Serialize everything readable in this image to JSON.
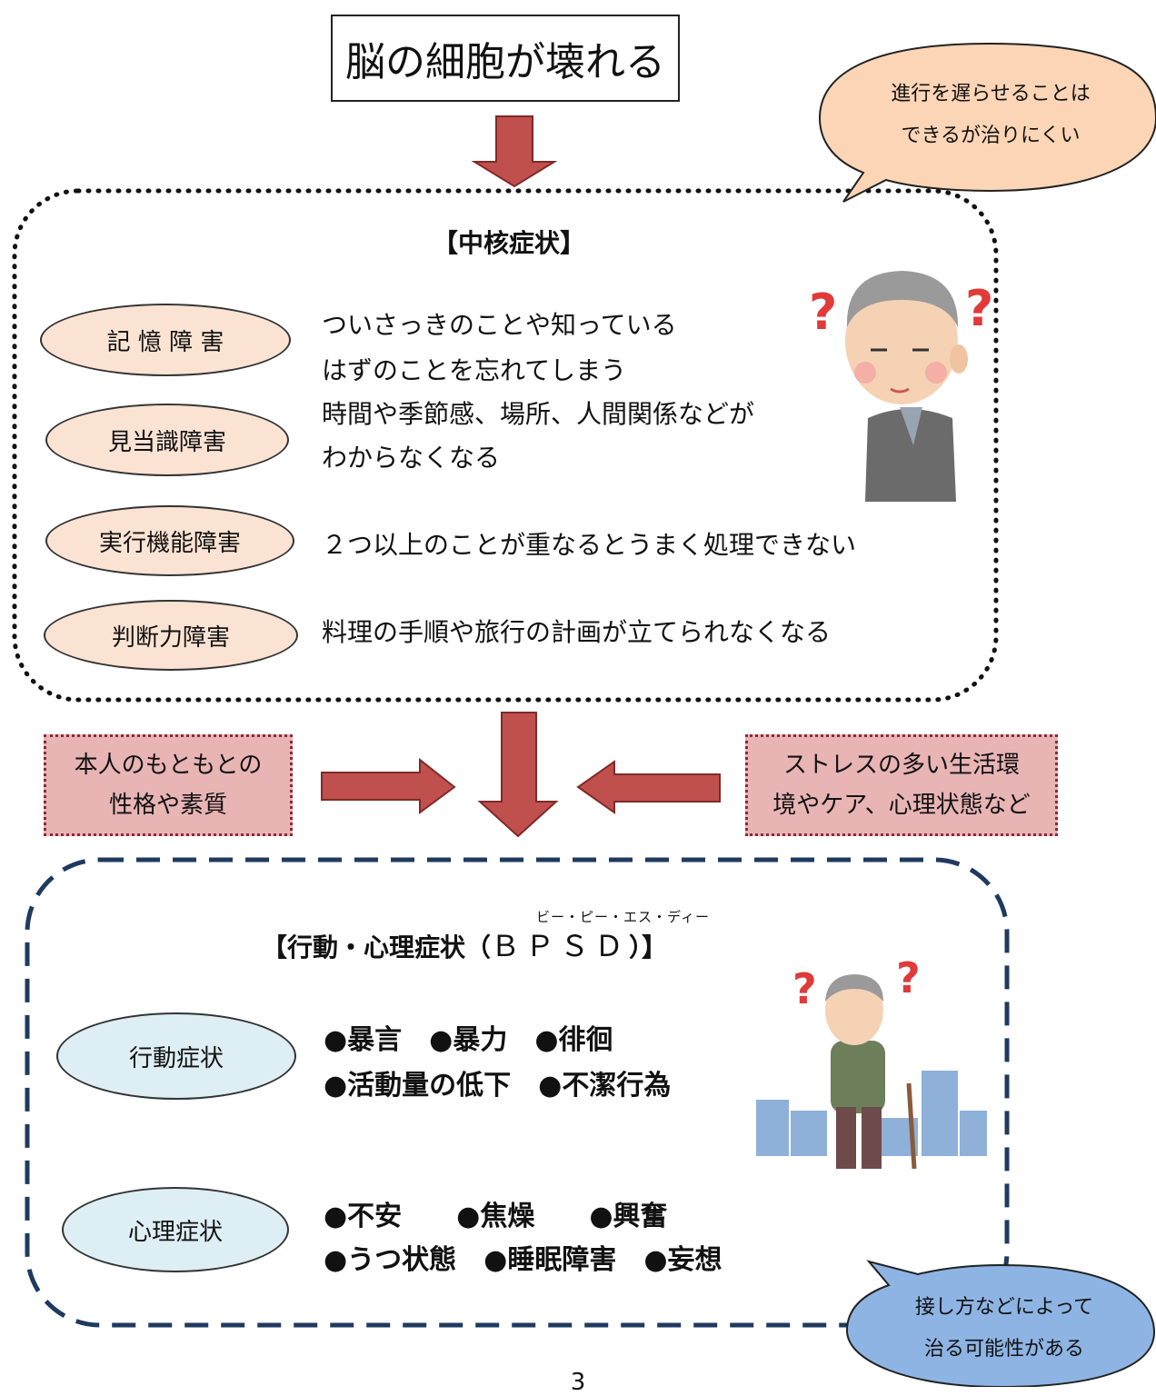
{
  "top": {
    "title": "脳の細胞が壊れる"
  },
  "bubble_top": {
    "line1": "進行を遅らせることは",
    "line2": "できるが治りにくい"
  },
  "core": {
    "title": "【中核症状】",
    "items": [
      {
        "label": "記 憶 障 害"
      },
      {
        "label": "見当識障害"
      },
      {
        "label": "実行機能障害"
      },
      {
        "label": "判断力障害"
      }
    ],
    "desc": [
      "ついさっきのことや知っている",
      "はずのことを忘れてしまう",
      "時間や季節感、場所、人間関係などが",
      "わからなくなる",
      "２つ以上のことが重なるとうまく処理できない",
      "料理の手順や旅行の計画が立てられなくなる"
    ]
  },
  "factors": {
    "left": {
      "line1": "本人のもともとの",
      "line2": "性格や素質"
    },
    "right": {
      "line1": "ストレスの多い生活環",
      "line2": "境やケア、心理状態など"
    }
  },
  "bpsd": {
    "title_prefix": "【行動・心理症状（",
    "title_abbr": "ＢＰＳＤ",
    "title_suffix": "）】",
    "ruby": "ビー・ピー・エス・ディー",
    "behavior": {
      "label": "行動症状",
      "line1": "●暴言　●暴力　●徘徊",
      "line2": "●活動量の低下　●不潔行為"
    },
    "psych": {
      "label": "心理症状",
      "line1": "●不安　　●焦燥　　●興奮",
      "line2": "●うつ状態　●睡眠障害　●妄想"
    }
  },
  "bubble_bottom": {
    "line1": "接し方などによって",
    "line2": "治る可能性がある"
  },
  "page_number": "3",
  "colors": {
    "arrow": "#c0504d",
    "peach": "#fbe3d3",
    "light_blue": "#ddeef4",
    "bubble_top": "#fbd5b5",
    "bubble_bottom": "#8eb4e3",
    "pink_box": "#e8b4b4",
    "dashed_border": "#1f3a5f"
  }
}
